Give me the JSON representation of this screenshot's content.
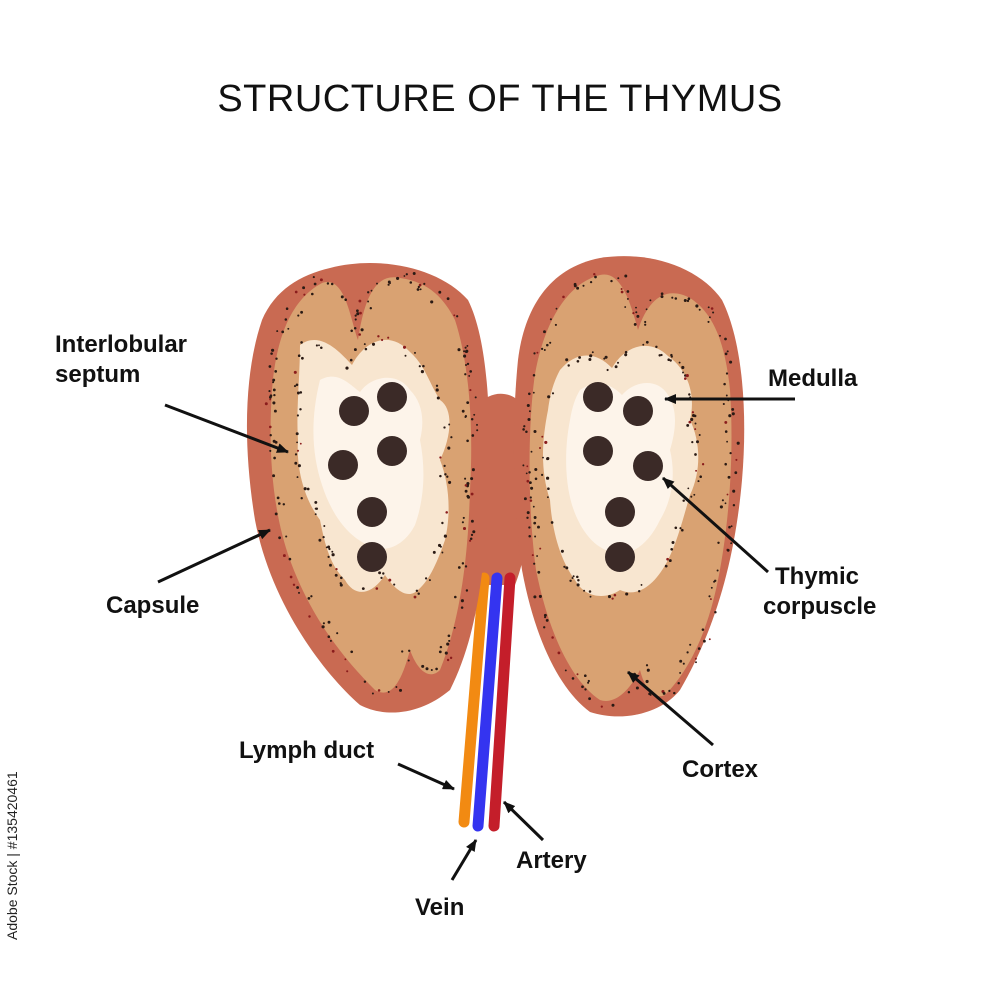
{
  "title": "STRUCTURE OF THE THYMUS",
  "labels": {
    "interlobular_septum_line1": "Interlobular",
    "interlobular_septum_line2": "septum",
    "capsule": "Capsule",
    "medulla": "Medulla",
    "thymic_corpuscle_line1": "Thymic",
    "thymic_corpuscle_line2": "corpuscle",
    "cortex": "Cortex",
    "lymph_duct": "Lymph duct",
    "artery": "Artery",
    "vein": "Vein"
  },
  "stock_id": "Adobe Stock | #135420461",
  "colors": {
    "capsule": "#c96a52",
    "cortex": "#d9a272",
    "medulla": "#f8e6d0",
    "medulla_core": "#fdf4ea",
    "corpuscle": "#3b2a27",
    "lymph_duct": "#f28a12",
    "vein": "#3434f0",
    "artery": "#c41e2a",
    "text": "#111111"
  }
}
